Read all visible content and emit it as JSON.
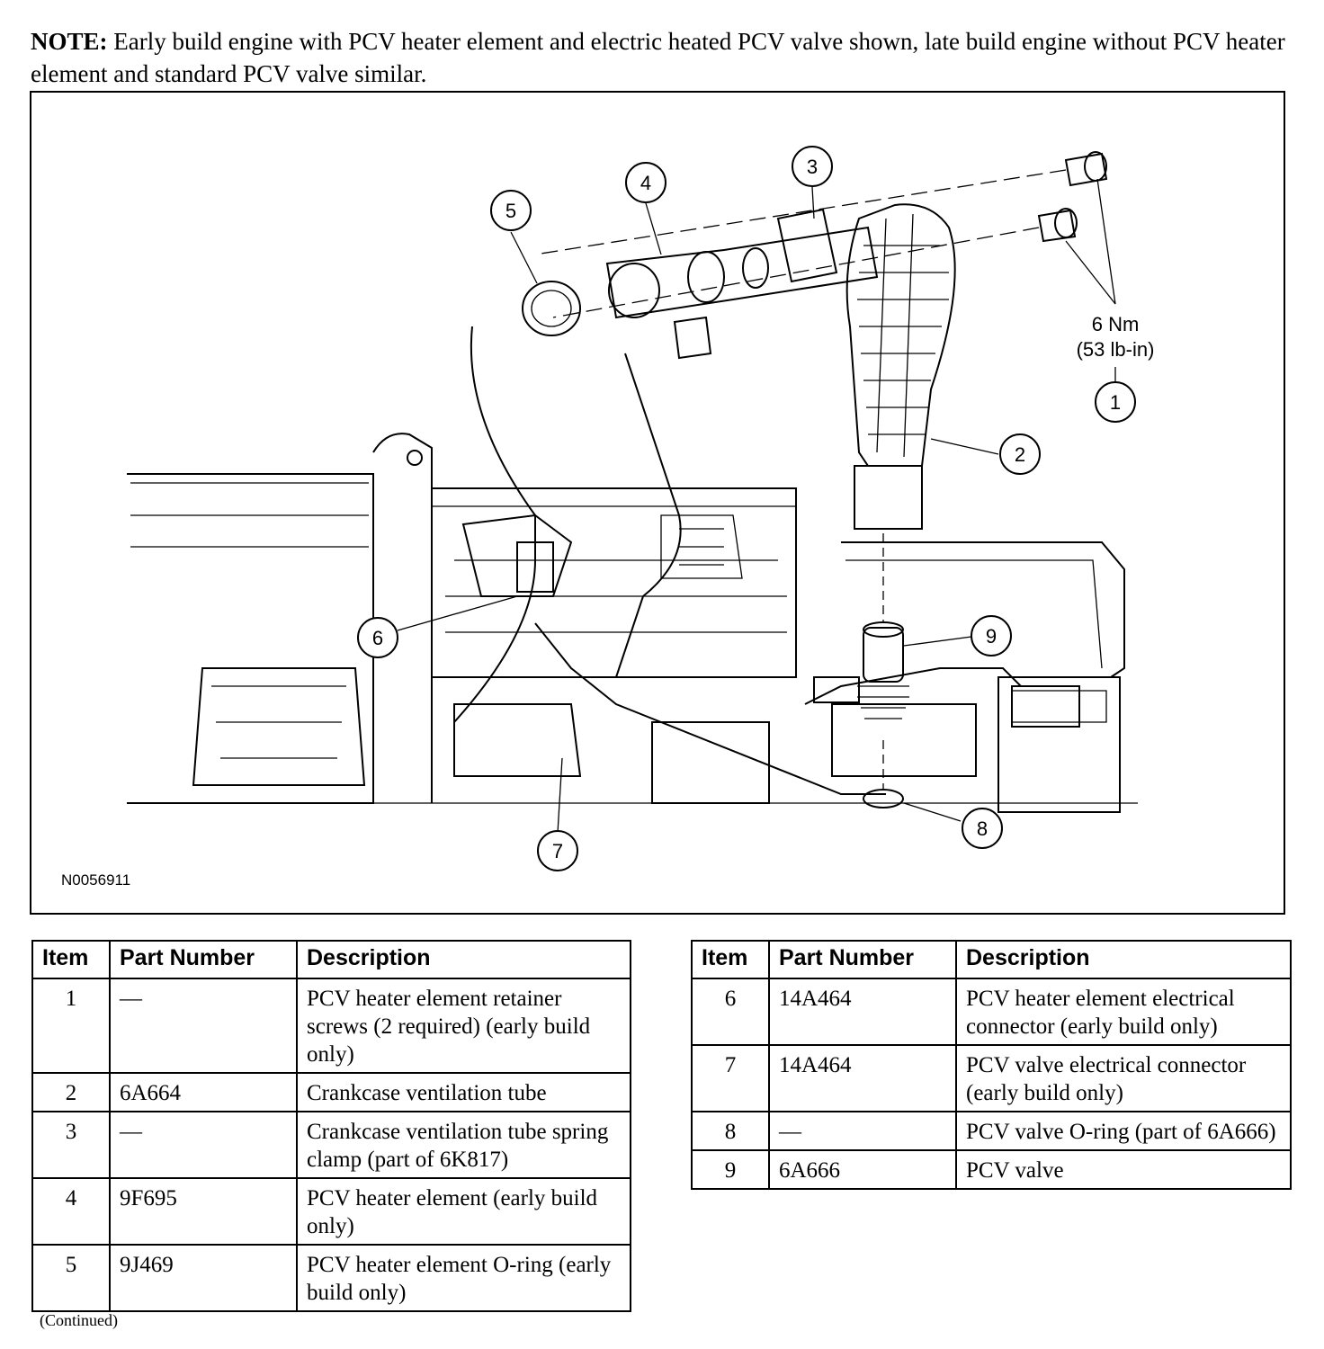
{
  "note": {
    "label": "NOTE:",
    "text": " Early build engine with PCV heater element and electric heated PCV valve shown, late build engine without PCV heater element and standard PCV valve similar."
  },
  "figure": {
    "code": "N0056911",
    "torque_nm": "6 Nm",
    "torque_lbin": "(53 lb-in)",
    "callouts": [
      "1",
      "2",
      "3",
      "4",
      "5",
      "6",
      "7",
      "8",
      "9"
    ]
  },
  "table_headers": {
    "item": "Item",
    "part_number": "Part Number",
    "description": "Description"
  },
  "left_table": [
    {
      "item": "1",
      "part_number": "—",
      "description": "PCV heater element retainer screws (2 required) (early build only)"
    },
    {
      "item": "2",
      "part_number": "6A664",
      "description": "Crankcase ventilation tube"
    },
    {
      "item": "3",
      "part_number": "—",
      "description": "Crankcase ventilation tube spring clamp (part of 6K817)"
    },
    {
      "item": "4",
      "part_number": "9F695",
      "description": "PCV heater element (early build only)"
    },
    {
      "item": "5",
      "part_number": "9J469",
      "description": "PCV heater element O-ring (early build only)"
    }
  ],
  "right_table": [
    {
      "item": "6",
      "part_number": "14A464",
      "description": "PCV heater element electrical connector (early build only)"
    },
    {
      "item": "7",
      "part_number": "14A464",
      "description": "PCV valve electrical connector (early build only)"
    },
    {
      "item": "8",
      "part_number": "—",
      "description": "PCV valve O-ring (part of 6A666)"
    },
    {
      "item": "9",
      "part_number": "6A666",
      "description": "PCV valve"
    }
  ],
  "continued": "(Continued)"
}
